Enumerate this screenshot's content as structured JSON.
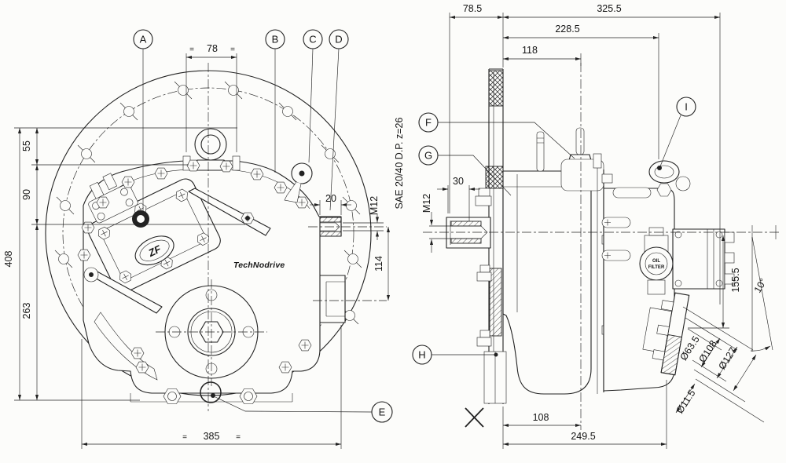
{
  "front_view": {
    "callouts": {
      "a": "A",
      "b": "B",
      "c": "C",
      "d": "D",
      "e": "E"
    },
    "dims": {
      "eq": "=",
      "width_top": "78",
      "h55": "55",
      "h90": "90",
      "h408": "408",
      "h263": "263",
      "w385": "385",
      "boss20": "20",
      "m12": "M12",
      "v114": "114"
    },
    "brand": {
      "zf": "ZF",
      "technodrive": "TechNodrive"
    }
  },
  "side_view": {
    "callouts": {
      "f": "F",
      "g": "G",
      "h": "H",
      "i": "I"
    },
    "dims": {
      "l785": "78.5",
      "l3255": "325.5",
      "l2285": "228.5",
      "l118": "118",
      "t30": "30",
      "m12": "M12",
      "b108": "108",
      "b2495": "249.5",
      "v1555": "155.5",
      "angle10": "10°",
      "dia635": "Ø63.5",
      "dia108": "Ø108",
      "dia127": "Ø127",
      "dia115": "Ø11.5"
    },
    "labels": {
      "sae": "SAE 20/40 D.P. z=26",
      "x": "X",
      "oil1": "OIL",
      "oil2": "FILTER"
    }
  }
}
